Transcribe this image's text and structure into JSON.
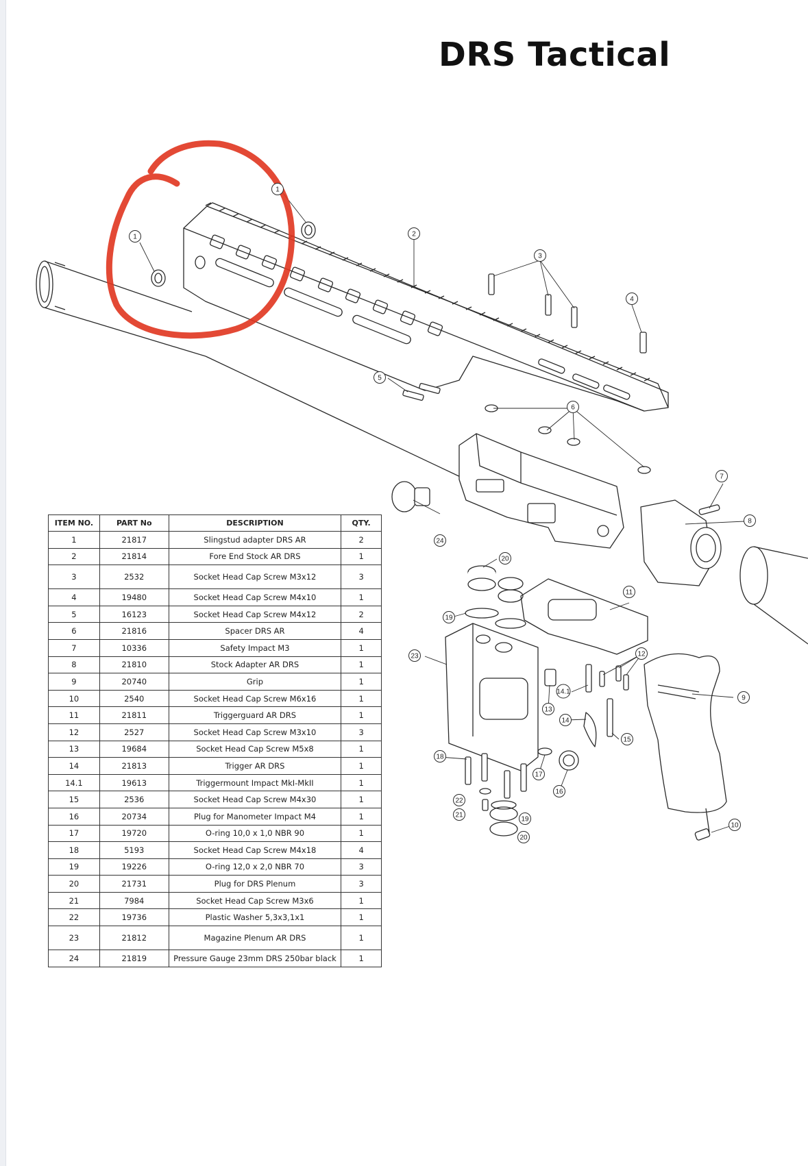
{
  "title": "DRS Tactical",
  "colors": {
    "ink": "#222222",
    "highlight_circle": "#e0351f"
  },
  "table": {
    "headers": [
      "ITEM NO.",
      "PART No",
      "DESCRIPTION",
      "QTY."
    ],
    "rows": [
      {
        "item": "1",
        "part": "21817",
        "desc": "Slingstud adapter DRS AR",
        "qty": "2"
      },
      {
        "item": "2",
        "part": "21814",
        "desc": "Fore End Stock AR DRS",
        "qty": "1"
      },
      {
        "item": "3",
        "part": "2532",
        "desc": "Socket Head Cap Screw M3x12",
        "qty": "3"
      },
      {
        "item": "4",
        "part": "19480",
        "desc": "Socket Head Cap Screw M4x10",
        "qty": "1"
      },
      {
        "item": "5",
        "part": "16123",
        "desc": "Socket Head Cap Screw M4x12",
        "qty": "2"
      },
      {
        "item": "6",
        "part": "21816",
        "desc": "Spacer DRS AR",
        "qty": "4"
      },
      {
        "item": "7",
        "part": "10336",
        "desc": "Safety Impact M3",
        "qty": "1"
      },
      {
        "item": "8",
        "part": "21810",
        "desc": "Stock Adapter AR DRS",
        "qty": "1"
      },
      {
        "item": "9",
        "part": "20740",
        "desc": "Grip",
        "qty": "1"
      },
      {
        "item": "10",
        "part": "2540",
        "desc": "Socket Head Cap Screw M6x16",
        "qty": "1"
      },
      {
        "item": "11",
        "part": "21811",
        "desc": "Triggerguard AR DRS",
        "qty": "1"
      },
      {
        "item": "12",
        "part": "2527",
        "desc": "Socket Head Cap Screw M3x10",
        "qty": "3"
      },
      {
        "item": "13",
        "part": "19684",
        "desc": "Socket Head Cap Screw M5x8",
        "qty": "1"
      },
      {
        "item": "14",
        "part": "21813",
        "desc": "Trigger AR DRS",
        "qty": "1"
      },
      {
        "item": "14.1",
        "part": "19613",
        "desc": "Triggermount Impact MkI-MkII",
        "qty": "1"
      },
      {
        "item": "15",
        "part": "2536",
        "desc": "Socket Head Cap Screw M4x30",
        "qty": "1"
      },
      {
        "item": "16",
        "part": "20734",
        "desc": "Plug for Manometer Impact M4",
        "qty": "1"
      },
      {
        "item": "17",
        "part": "19720",
        "desc": "O-ring 10,0 x 1,0 NBR 90",
        "qty": "1"
      },
      {
        "item": "18",
        "part": "5193",
        "desc": "Socket Head Cap Screw M4x18",
        "qty": "4"
      },
      {
        "item": "19",
        "part": "19226",
        "desc": "O-ring 12,0 x 2,0 NBR 70",
        "qty": "3"
      },
      {
        "item": "20",
        "part": "21731",
        "desc": "Plug for DRS Plenum",
        "qty": "3"
      },
      {
        "item": "21",
        "part": "7984",
        "desc": "Socket Head Cap Screw M3x6",
        "qty": "1"
      },
      {
        "item": "22",
        "part": "19736",
        "desc": "Plastic Washer 5,3x3,1x1",
        "qty": "1"
      },
      {
        "item": "23",
        "part": "21812",
        "desc": "Magazine Plenum AR DRS",
        "qty": "1"
      },
      {
        "item": "24",
        "part": "21819",
        "desc": "Pressure Gauge 23mm DRS 250bar black",
        "qty": "1"
      }
    ]
  },
  "balloons": [
    "1",
    "1",
    "2",
    "3",
    "4",
    "5",
    "6",
    "7",
    "8",
    "9",
    "10",
    "11",
    "12",
    "13",
    "14",
    "14.1",
    "15",
    "16",
    "17",
    "18",
    "19",
    "19",
    "20",
    "20",
    "21",
    "22",
    "23",
    "24"
  ]
}
